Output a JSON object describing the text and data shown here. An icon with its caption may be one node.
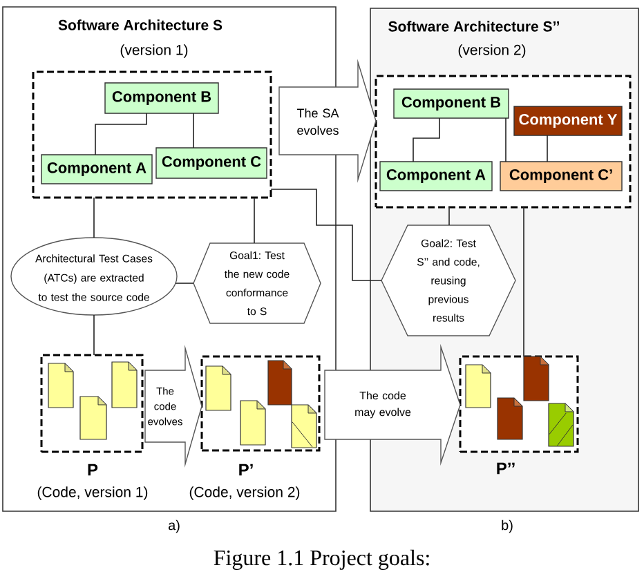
{
  "diagram": {
    "caption": "Figure 1.1 Project goals:",
    "nodes": [
      {
        "text": [
          "Software Architecture S",
          "(version 1)"
        ],
        "beside": [
          "a)"
        ]
      },
      {
        "text": [],
        "shape": "box",
        "in": 0
      },
      {
        "text": [
          "Component B"
        ],
        "in": 1
      },
      {
        "text": [
          "Component A"
        ],
        "in": 1
      },
      {
        "text": [
          "Component C"
        ],
        "in": 1
      },
      {
        "text": [
          "Architectural Test Cases (ATCs) are extracted to test the source code"
        ],
        "in": 0
      },
      {
        "text": [
          "Goal1: Test the new code conformance to S"
        ],
        "in": 0
      },
      {
        "text": [],
        "shape": "box",
        "in": 0,
        "beside": [
          "P",
          "(Code, version 1)"
        ]
      },
      {
        "text": [],
        "shape": "box",
        "in": 0,
        "beside": [
          "P’",
          "(Code, version 2)"
        ]
      },
      {
        "text": [
          "Software Architecture S’’",
          "(version 2)"
        ],
        "beside": [
          "b)"
        ]
      },
      {
        "text": [],
        "shape": "box",
        "in": 9
      },
      {
        "text": [
          "Component B"
        ],
        "in": 10
      },
      {
        "text": [
          "Component Y"
        ],
        "in": 10
      },
      {
        "text": [
          "Component A"
        ],
        "in": 10
      },
      {
        "text": [
          "Component C’"
        ],
        "in": 10
      },
      {
        "text": [
          "Goal2: Test S’’ and code, reusing previous results"
        ],
        "in": 9
      },
      {
        "text": [],
        "shape": "box",
        "in": 9,
        "beside": [
          "P’’"
        ]
      }
    ],
    "edges": [
      {
        "from": 2,
        "to": 3,
        "arrow": "none"
      },
      {
        "from": 2,
        "to": 4,
        "arrow": "none"
      },
      {
        "from": 1,
        "to": 5,
        "arrow": "none"
      },
      {
        "from": 1,
        "to": 6,
        "arrow": "none"
      },
      {
        "from": 5,
        "to": 6,
        "arrow": "none"
      },
      {
        "from": 5,
        "to": 7,
        "arrow": "none"
      },
      {
        "from": 7,
        "to": 8,
        "arrow": "to",
        "label": "The code evolves",
        "style": "thick"
      },
      {
        "from": 1,
        "to": 10,
        "arrow": "to",
        "label": "The SA evolves",
        "style": "thick"
      },
      {
        "from": 1,
        "to": 15,
        "arrow": "none"
      },
      {
        "from": 11,
        "to": 13,
        "arrow": "none"
      },
      {
        "from": 11,
        "to": 14,
        "arrow": "none"
      },
      {
        "from": 12,
        "to": 14,
        "arrow": "none"
      },
      {
        "from": 10,
        "to": 15,
        "arrow": "none"
      },
      {
        "from": 10,
        "to": 16,
        "arrow": "none"
      },
      {
        "from": 8,
        "to": 16,
        "arrow": "to",
        "label": "The code may evolve",
        "style": "thick"
      }
    ]
  }
}
